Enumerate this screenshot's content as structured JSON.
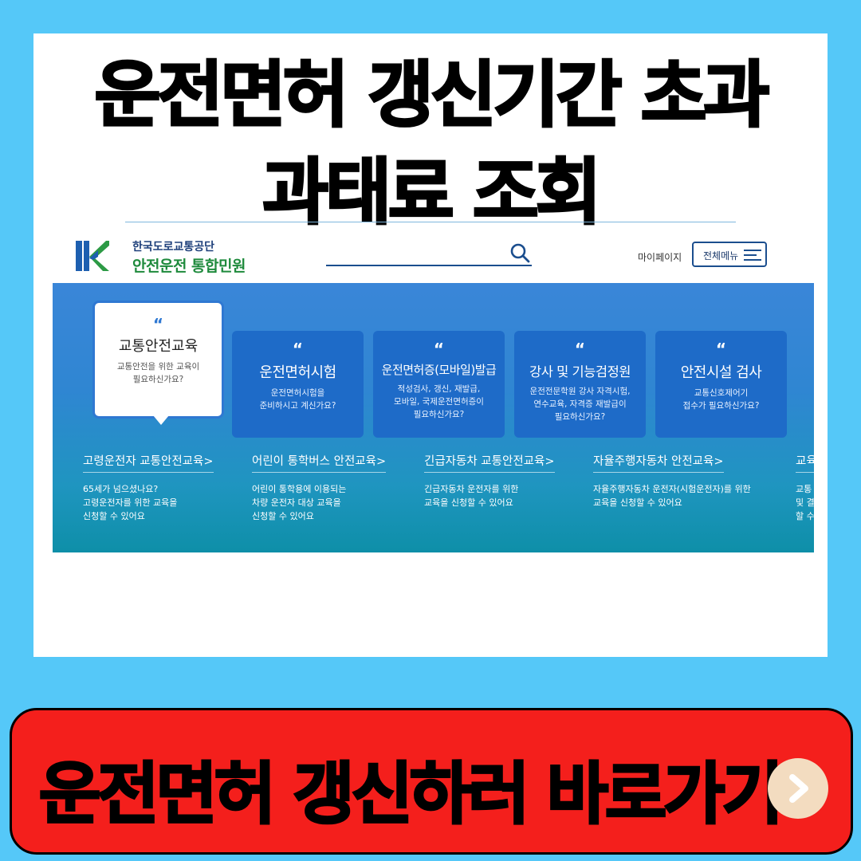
{
  "headline": {
    "line1": "운전면허 갱신기간 초과",
    "line2": "과태료 조회"
  },
  "site": {
    "org_name": "한국도로교통공단",
    "service_name": "안전운전 통합민원",
    "mypage_label": "마이페이지",
    "all_menu_label": "전체메뉴"
  },
  "cards": [
    {
      "title": "교통안전교육",
      "desc": "교통안전을 위한 교육이\n필요하신가요?",
      "active": true
    },
    {
      "title": "운전면허시험",
      "desc": "운전면허시험을\n준비하시고 계신가요?"
    },
    {
      "title": "운전면허증(모바일)발급",
      "desc": "적성검사, 갱신, 재발급,\n모바일, 국제운전면허증이\n필요하신가요?"
    },
    {
      "title": "강사 및 기능검정원",
      "desc": "운전전문학원 강사 자격시험,\n연수교육, 자격증 재발급이\n필요하신가요?"
    },
    {
      "title": "안전시설 검사",
      "desc": "교통신호제어기\n접수가 필요하신가요?"
    }
  ],
  "quote_mark": "“",
  "edu_links": [
    {
      "title": "고령운전자 교통안전교육>",
      "desc": "65세가 넘으셨나요?\n고령운전자를 위한 교육을\n신청할 수 있어요"
    },
    {
      "title": "어린이 통학버스 안전교육>",
      "desc": "어린이 통학용에 이용되는\n차량 운전자 대상 교육을\n신청할 수 있어요"
    },
    {
      "title": "긴급자동차 교통안전교육>",
      "desc": "긴급자동차 운전자를 위한\n교육을 신청할 수 있어요"
    },
    {
      "title": "자율주행자동차 안전교육>",
      "desc": "자율주행자동차 운전자(시험운전자)를 위한\n교육을 신청할 수 있어요"
    },
    {
      "title": "교육",
      "desc": "교통\n및 결\n할 수"
    }
  ],
  "cta": {
    "label": "운전면허 갱신하러 바로가기",
    "arrow_icon": "chevron-right-icon"
  },
  "colors": {
    "background": "#55c8f8",
    "cta": "#f41f1c",
    "hero_blue": "#2f86d2",
    "brand_green": "#1e8a3c"
  }
}
